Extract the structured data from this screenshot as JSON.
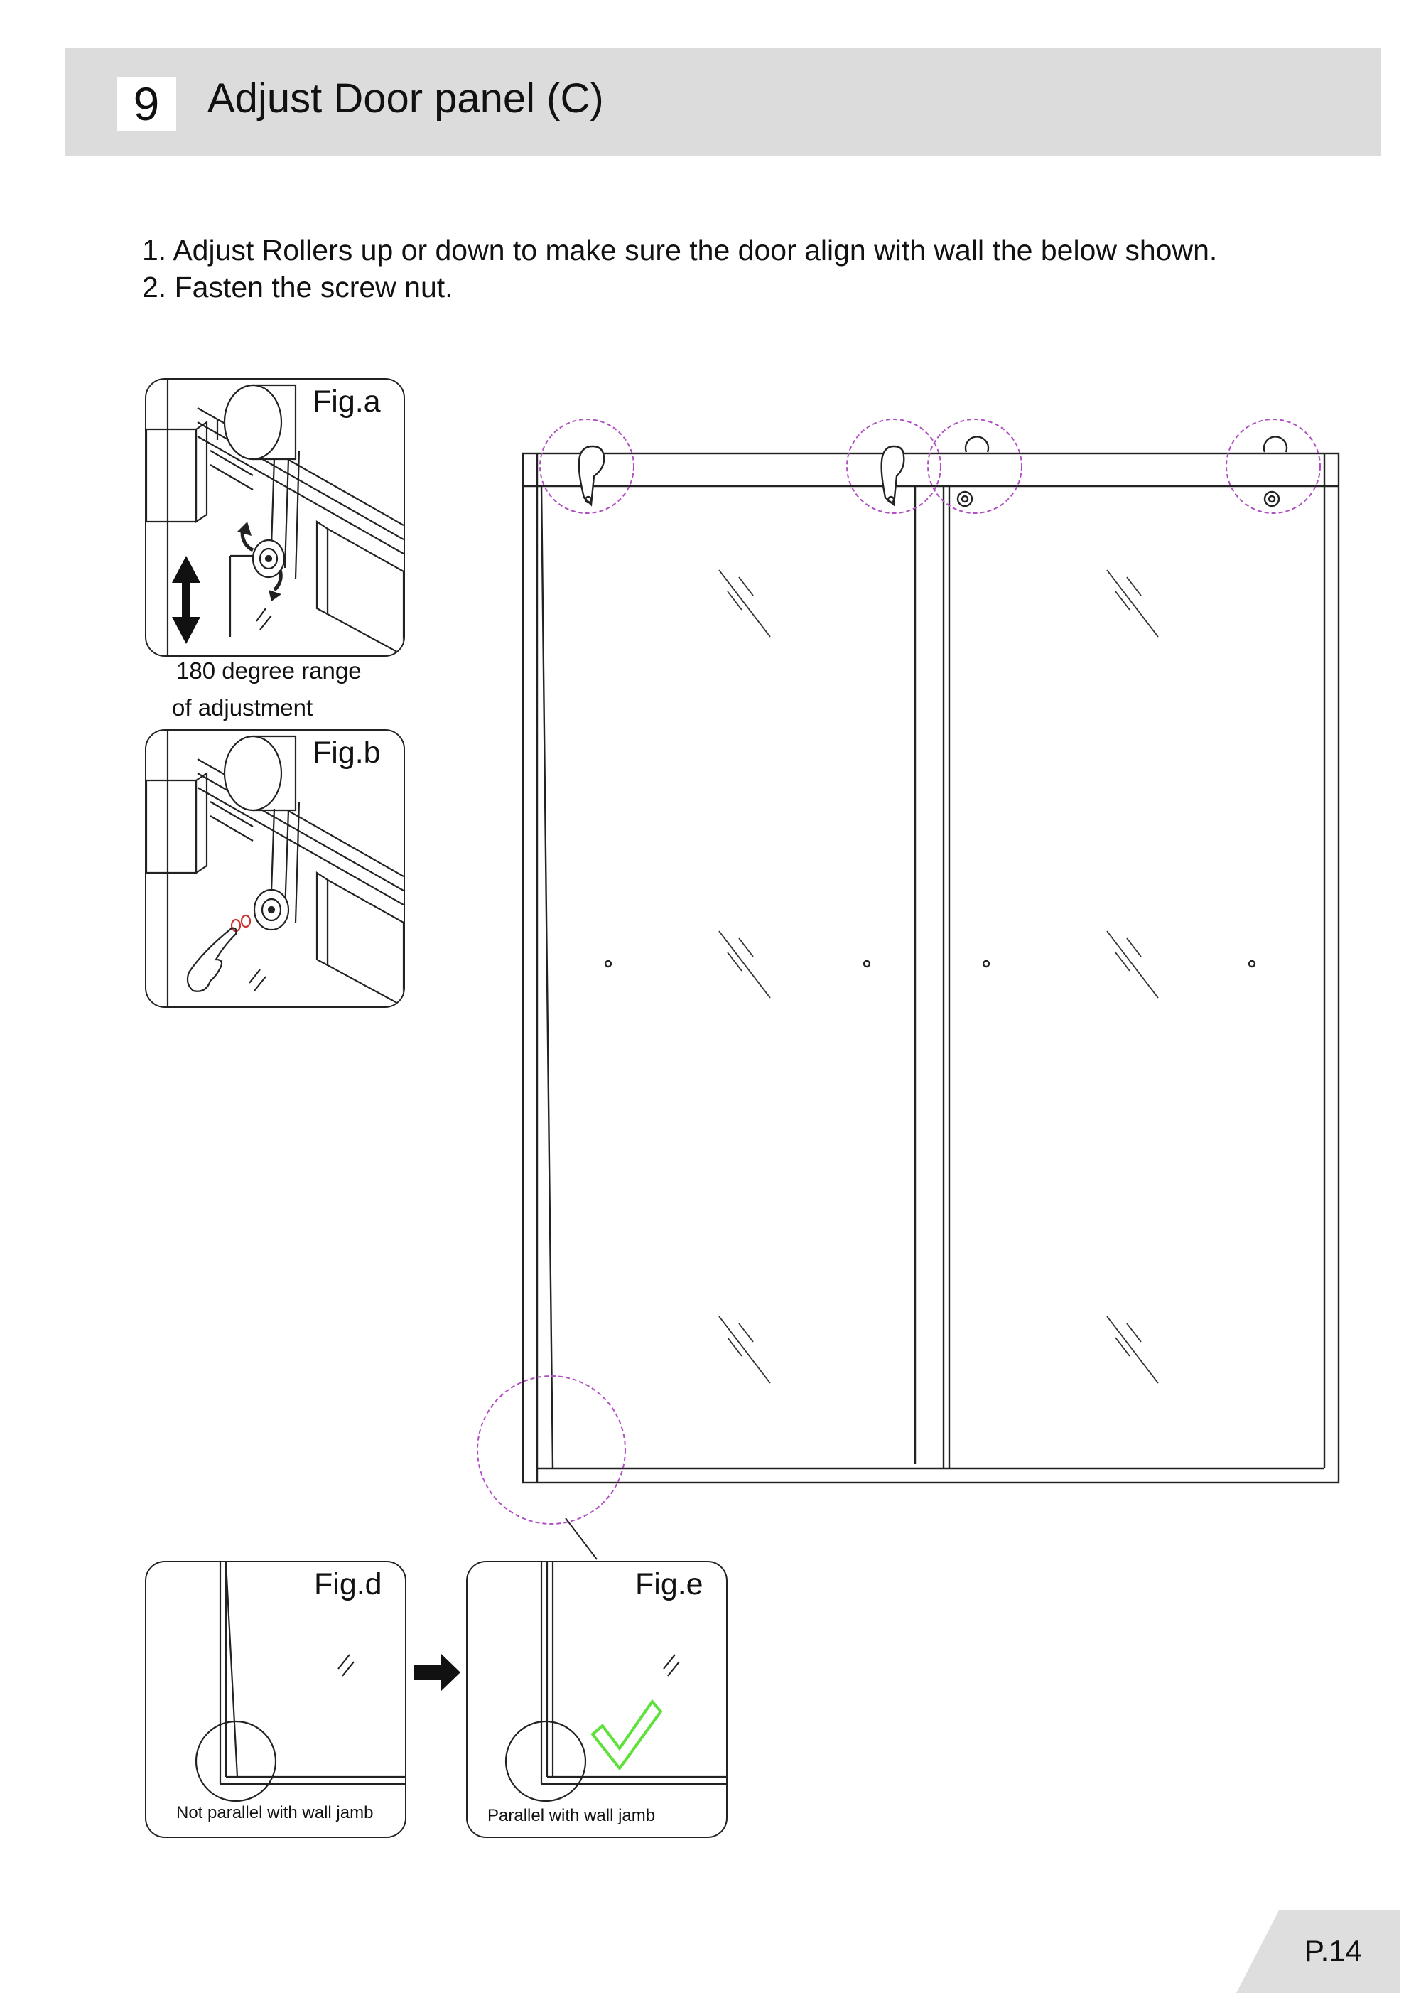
{
  "header": {
    "step_number": "9",
    "title": "Adjust Door panel (C)"
  },
  "instructions": [
    "1. Adjust Rollers up or down to make sure the door align with wall the below shown.",
    "2. Fasten the screw nut."
  ],
  "figures": {
    "fig_a": {
      "label": "Fig.a",
      "caption_line1": "180 degree range",
      "caption_line2": "of adjustment"
    },
    "fig_b": {
      "label": "Fig.b"
    },
    "fig_d": {
      "label": "Fig.d",
      "caption": "Not parallel with wall jamb"
    },
    "fig_e": {
      "label": "Fig.e",
      "caption": "Parallel with wall jamb"
    }
  },
  "colors": {
    "header_bg": "#dcdcdc",
    "detail_circle": "#b04fc2",
    "check_mark": "#5ee13a",
    "footer_tab": "#dedede"
  },
  "icons": [
    "up-down-arrow-icon",
    "rotate-arrow-icon",
    "right-arrow-icon",
    "check-mark-icon"
  ],
  "footer": {
    "page_number": "P.14"
  }
}
